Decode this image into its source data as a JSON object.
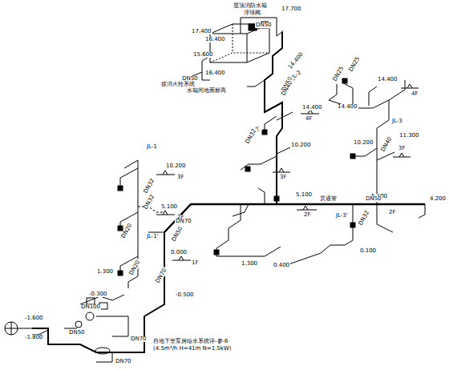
{
  "diagram": {
    "labels": [
      "屋顶消防水箱",
      "浮球阀",
      "17.700",
      "DN50",
      "17.400",
      "16.400",
      "15.600",
      "16.400",
      "DN50",
      "接消火栓系统",
      "水箱间地面标高",
      "14.400",
      "JL-2",
      "DN50",
      "14.400",
      "4F",
      "10.200",
      "3F",
      "DN40",
      "JL-2'",
      "DN32",
      "5.100",
      "2F",
      "贯通管",
      "DN25",
      "DN25",
      "14.400",
      "4F",
      "14.400",
      "JL-3",
      "DN40",
      "10.200",
      "3F",
      "11.300",
      "5.100",
      "2F",
      "DN50",
      "4.200",
      "JL-3'",
      "0.100",
      "DN32",
      "0.400",
      "1.300",
      "JL-1",
      "DN32",
      "10.200",
      "3F",
      "DN32",
      "5.100",
      "2F",
      "DN50",
      "DN70",
      "JL-1'",
      "1.300",
      "0.000",
      "1F",
      "-0.500",
      "DN70",
      "-0.300",
      "DN100",
      "-1.600",
      "-1.800",
      "DN70",
      "DN70",
      "DN50",
      "DN20",
      "DN20",
      "自地下室泵房给水系统详-参-6",
      "(4.5m³/h  H=41m  N=1.5kW)"
    ]
  }
}
